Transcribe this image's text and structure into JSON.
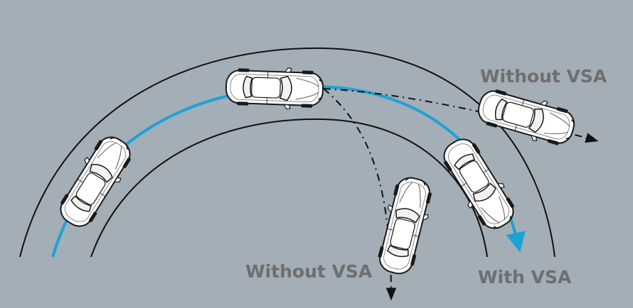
{
  "labels": {
    "without_vsa_upper": "Without VSA",
    "without_vsa_lower": "Without VSA",
    "with_vsa": "With VSA"
  },
  "colors": {
    "background": "#a3aeb6",
    "road_edge": "#111111",
    "vsa_path": "#1ba3d6",
    "car_body": "#ffffff",
    "car_outline": "#1a1a1a",
    "label_text": "#6f6f6f"
  }
}
